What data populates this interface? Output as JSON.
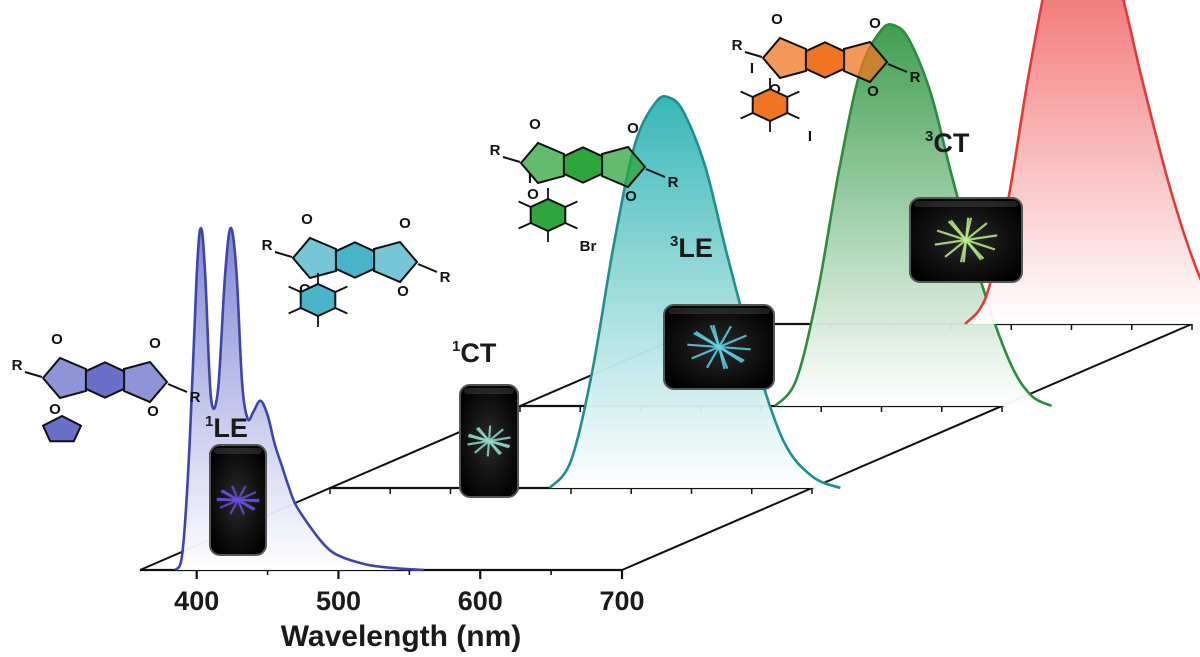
{
  "chart_data": {
    "type": "area",
    "xlabel": "Wavelength (nm)",
    "ylabel": "",
    "xlim": [
      360,
      700
    ],
    "ylim": [
      0,
      1
    ],
    "x_ticks": [
      400,
      500,
      600,
      700
    ],
    "x_tick_labels": [
      "400",
      "500",
      "600",
      "700"
    ],
    "grid": false,
    "legend": "none",
    "series": [
      {
        "name": "LE",
        "sup": "1",
        "label": "1LE",
        "color": "#3d46a8",
        "fill": "#7f86d4",
        "x": [
          385,
          390,
          395,
          400,
          403,
          406,
          410,
          415,
          420,
          424,
          428,
          432,
          436,
          440,
          445,
          450,
          455,
          460,
          465,
          470,
          480,
          490,
          500,
          520,
          540,
          560
        ],
        "values": [
          0.0,
          0.05,
          0.35,
          0.82,
          0.95,
          0.82,
          0.48,
          0.5,
          0.82,
          0.95,
          0.83,
          0.52,
          0.42,
          0.44,
          0.47,
          0.43,
          0.35,
          0.29,
          0.23,
          0.18,
          0.12,
          0.07,
          0.04,
          0.015,
          0.005,
          0.0
        ]
      },
      {
        "name": "CT",
        "sup": "1",
        "label": "1CT",
        "color": "#1f8e8e",
        "fill": "#38b7b7",
        "x": [
          515,
          530,
          545,
          560,
          575,
          590,
          600,
          610,
          625,
          640,
          660,
          680,
          700,
          720
        ],
        "values": [
          0.0,
          0.07,
          0.3,
          0.62,
          0.88,
          0.99,
          1.0,
          0.96,
          0.82,
          0.6,
          0.33,
          0.12,
          0.03,
          0.0
        ]
      },
      {
        "name": "LE",
        "sup": "3",
        "label": "3LE",
        "color": "#2d8a3e",
        "fill": "#3f9e50",
        "x": [
          540,
          555,
          570,
          585,
          600,
          615,
          625,
          635,
          650,
          665,
          685,
          705,
          720,
          735
        ],
        "values": [
          0.0,
          0.07,
          0.3,
          0.62,
          0.88,
          0.99,
          1.0,
          0.96,
          0.82,
          0.6,
          0.33,
          0.12,
          0.03,
          0.0
        ]
      },
      {
        "name": "CT",
        "sup": "3",
        "label": "3CT",
        "color": "#e03a3a",
        "fill": "#ef5a5a",
        "x": [
          540,
          555,
          570,
          585,
          600,
          615,
          625,
          635,
          650,
          665,
          685,
          705,
          720,
          735
        ],
        "values": [
          0.0,
          0.07,
          0.3,
          0.62,
          0.88,
          0.99,
          1.0,
          0.96,
          0.82,
          0.6,
          0.33,
          0.12,
          0.03,
          0.0
        ]
      }
    ]
  },
  "molecules": [
    {
      "substituents": [
        "R",
        "R"
      ],
      "guest_atoms": [],
      "color": "#6a70c8",
      "guest": "thf-ring"
    },
    {
      "substituents": [
        "R",
        "R"
      ],
      "guest_atoms": [],
      "color": "#49b3c9",
      "guest": "durene-ring"
    },
    {
      "substituents": [
        "R",
        "R"
      ],
      "guest_atoms": [
        "I",
        "Br"
      ],
      "color": "#2fa53e",
      "guest": "iodo-bromo-benzene-ring"
    },
    {
      "substituents": [
        "R",
        "R"
      ],
      "guest_atoms": [
        "I",
        "I"
      ],
      "color": "#ee7622",
      "guest": "diiodo-tetramethyl-benzene-ring"
    }
  ],
  "photos": [
    {
      "name": "LE-crystal-photo",
      "glow": "#6a4de0"
    },
    {
      "name": "CT-crystal-photo",
      "glow": "#8ed9c8"
    },
    {
      "name": "LE-crystal-photo-2",
      "glow": "#5fd3e6"
    },
    {
      "name": "CT-crystal-photo-2",
      "glow": "#b9f08a"
    }
  ]
}
